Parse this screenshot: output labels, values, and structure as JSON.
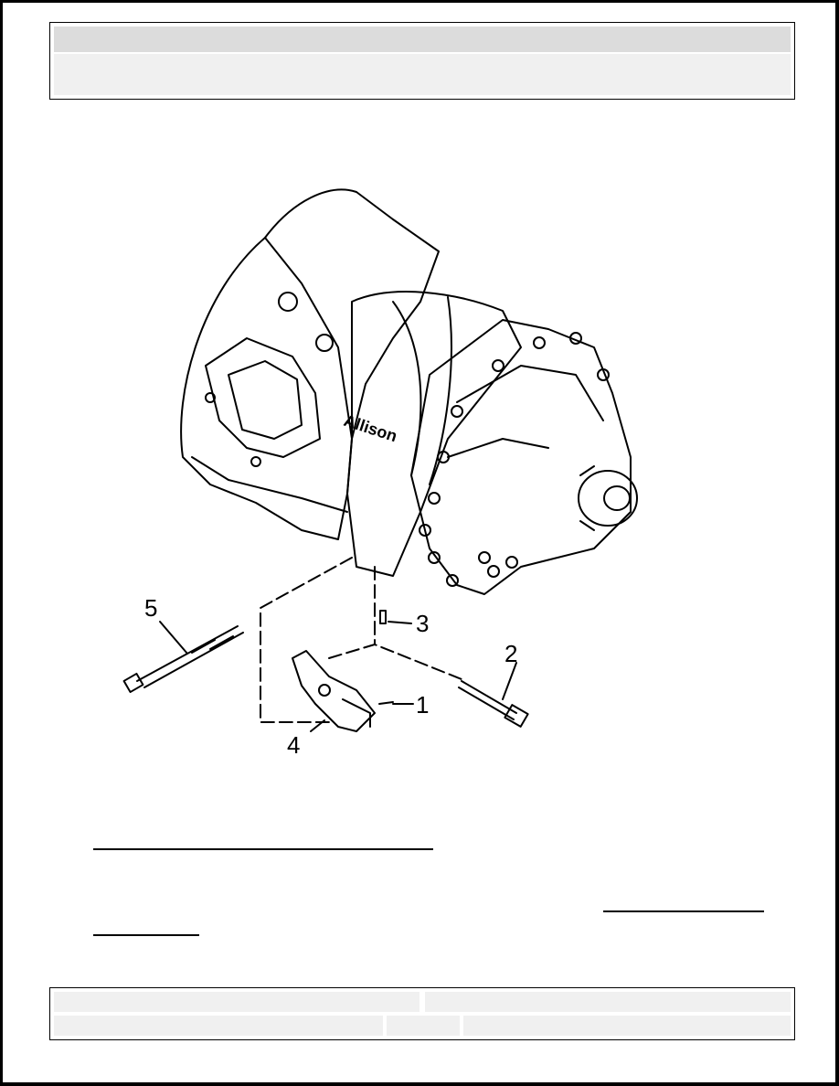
{
  "figure": {
    "callouts": [
      "1",
      "2",
      "3",
      "4",
      "5"
    ],
    "brand_text": "Allison"
  },
  "colors": {
    "cell_fill": "#f0f0f0",
    "header_fill": "#dcdcdc"
  }
}
